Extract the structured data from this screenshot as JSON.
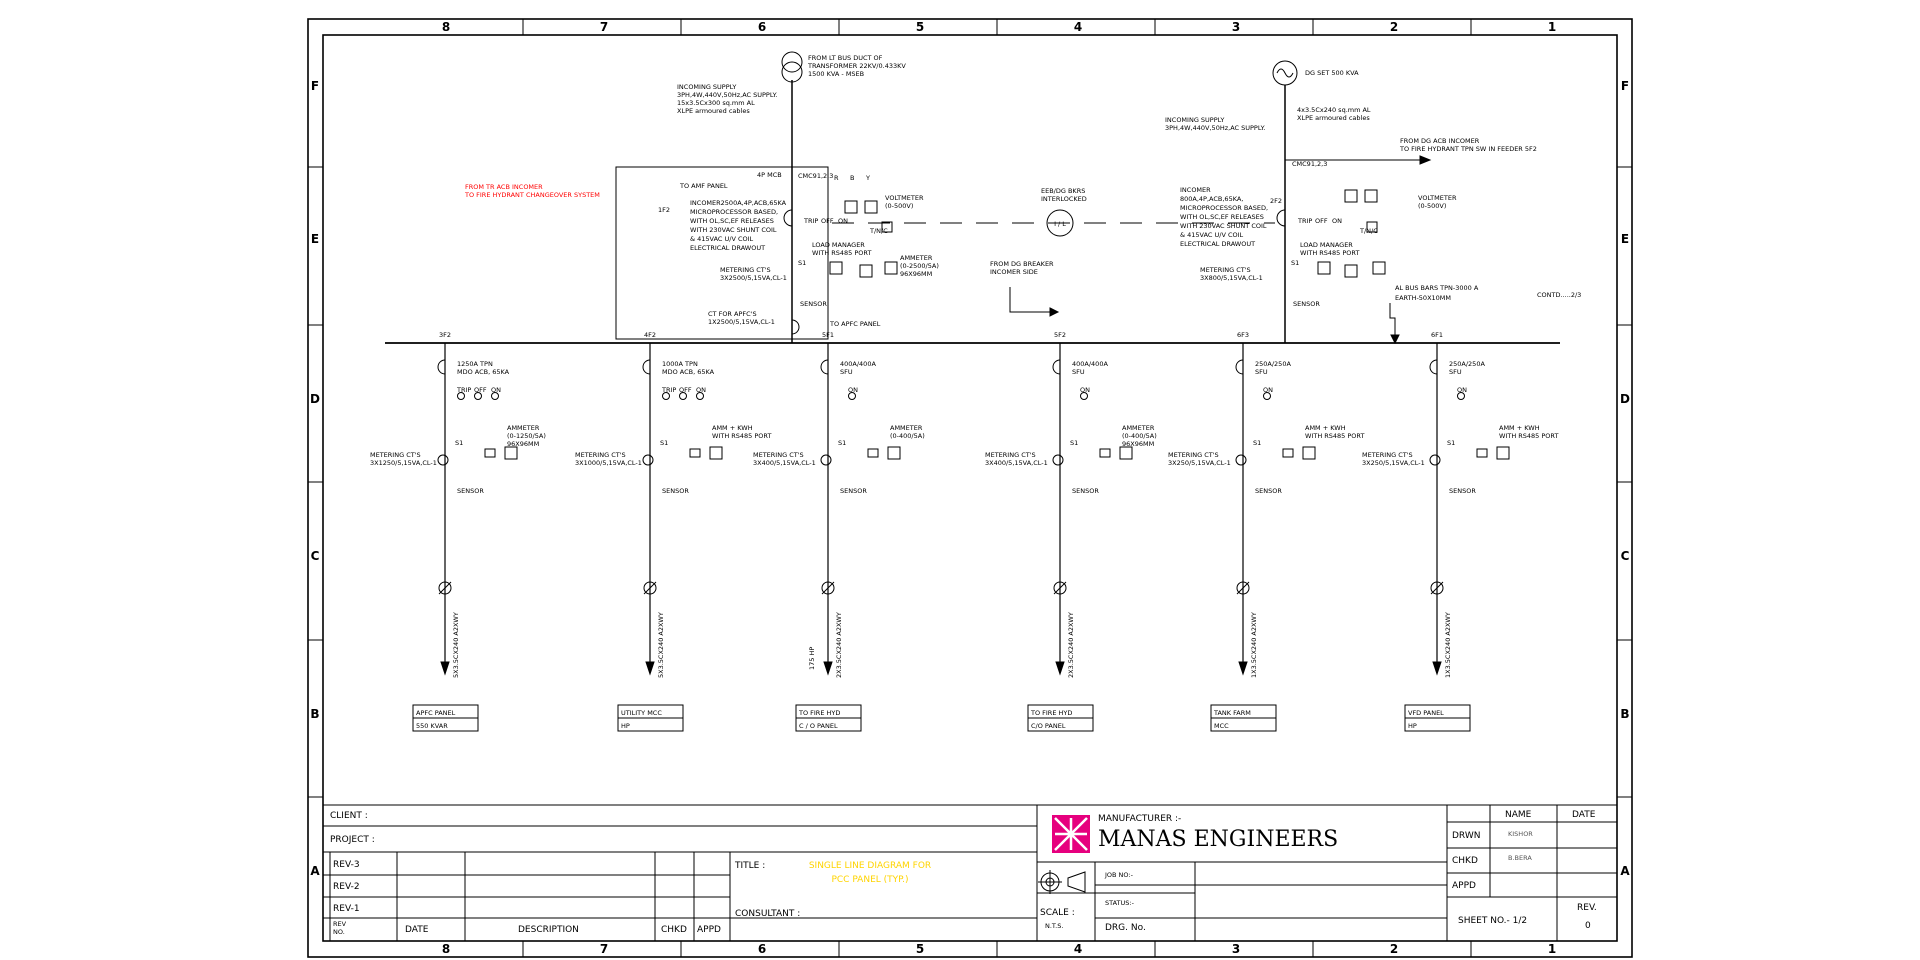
{
  "border": {
    "columns": [
      "8",
      "7",
      "6",
      "5",
      "4",
      "3",
      "2",
      "1"
    ],
    "rows": [
      "F",
      "E",
      "D",
      "C",
      "B",
      "A"
    ]
  },
  "supply_lt": {
    "source_note": [
      "FROM LT BUS DUCT OF",
      "TRANSFORMER 22KV/0.433KV",
      "1500 KVA - MSEB"
    ],
    "incoming": [
      "INCOMING SUPPLY",
      "3PH,4W,440V,50Hz,AC SUPPLY.",
      "15x3.5Cx300 sq.mm AL",
      "XLPE armoured cables"
    ],
    "amf": "TO AMF PANEL",
    "mcb": "4P MCB",
    "cmc": "CMC91,2,3",
    "rby": [
      "R",
      "B",
      "Y"
    ],
    "voltmeter": [
      "VOLTMETER",
      "(0-500V)"
    ],
    "tag": "1F2",
    "incomer": [
      "INCOMER2500A,4P,ACB,65KA",
      "MICROPROCESSOR BASED,",
      "WITH OL,SC,EF RELEASES",
      "WITH 230VAC SHUNT COIL",
      "& 415VAC U/V COIL",
      "ELECTRICAL DRAWOUT"
    ],
    "lamps": [
      "TRIP",
      "OFF",
      "ON"
    ],
    "tnc": "T/N/C",
    "load_manager": [
      "LOAD MANAGER",
      "WITH RS485 PORT"
    ],
    "ammeter": [
      "AMMETER",
      "(0-2500/5A)",
      "96X96MM"
    ],
    "metering": [
      "METERING CT'S",
      "3X2500/5,15VA,CL-1"
    ],
    "ct_apfc": [
      "CT FOR APFC'S",
      "1X2500/5,15VA,CL-1"
    ],
    "to_apfc": "TO APFC PANEL",
    "s1": "S1",
    "sensor": "SENSOR"
  },
  "supply_dg": {
    "source_note": "DG SET 500 KVA",
    "cable": [
      "4x3.5Cx240 sq.mm AL",
      "XLPE armoured cables"
    ],
    "incoming": [
      "INCOMING SUPPLY",
      "3PH,4W,440V,50Hz,AC SUPPLY."
    ],
    "to_hydrant": [
      "FROM DG ACB INCOMER",
      "TO FIRE HYDRANT TPN SW IN FEEDER 5F2"
    ],
    "cmc": "CMC91,2,3",
    "tag": "2F2",
    "incomer": [
      "INCOMER",
      "800A,4P,ACB,65KA,",
      "MICROPROCESSOR BASED,",
      "WITH OL,SC,EF RELEASES",
      "WITH 230VAC SHUNT COIL",
      "& 415VAC U/V COIL",
      "ELECTRICAL DRAWOUT"
    ],
    "metering": [
      "METERING CT'S",
      "3X800/5,15VA,CL-1"
    ],
    "busbar": [
      "AL BUS BARS TPN-3000 A",
      "EARTH-50X10MM"
    ],
    "contd": "CONTD.....2/3"
  },
  "interlock": {
    "label": [
      "EEB/DG BKRS",
      "INTERLOCKED"
    ],
    "symbol": "I / L",
    "from_dg": [
      "FROM DG BREAKER",
      "INCOMER SIDE"
    ]
  },
  "red_note": [
    "FROM TR ACB INCOMER",
    "TO FIRE HYDRANT CHANGEOVER SYSTEM"
  ],
  "feeders": [
    {
      "tag": "3F2",
      "rating": [
        "1250A TPN",
        "MDO ACB, 65KA"
      ],
      "lamps": [
        "TRIP",
        "OFF",
        "ON"
      ],
      "meter": [
        "AMMETER",
        "(0-1250/5A)",
        "96X96MM"
      ],
      "metering": [
        "METERING CT'S",
        "3X1250/5,15VA,CL-1"
      ],
      "cable": "5X3.5CX240 A2XWY",
      "hp": "",
      "dest": [
        "APFC PANEL",
        "550 KVAR"
      ]
    },
    {
      "tag": "4F2",
      "rating": [
        "1000A TPN",
        "MDO ACB, 65KA"
      ],
      "lamps": [
        "TRIP",
        "OFF",
        "ON"
      ],
      "meter": [
        "AMM + KWH",
        "WITH RS485 PORT"
      ],
      "metering": [
        "METERING CT'S",
        "3X1000/5,15VA,CL-1"
      ],
      "cable": "5X3.5CX240 A2XWY",
      "hp": "",
      "dest": [
        "UTILITY MCC",
        "HP"
      ]
    },
    {
      "tag": "5F1",
      "rating": [
        "400A/400A",
        "SFU"
      ],
      "lamps": [
        "ON"
      ],
      "meter": [
        "AMMETER",
        "(0-400/5A)"
      ],
      "metering": [
        "METERING CT'S",
        "3X400/5,15VA,CL-1"
      ],
      "cable": "2X3.5CX240 A2XWY",
      "hp": "175 HP",
      "dest": [
        "TO FIRE HYD",
        "C / O PANEL"
      ]
    },
    {
      "tag": "5F2",
      "rating": [
        "400A/400A",
        "SFU"
      ],
      "lamps": [
        "ON"
      ],
      "meter": [
        "AMMETER",
        "(0-400/5A)",
        "96X96MM"
      ],
      "metering": [
        "METERING CT'S",
        "3X400/5,15VA,CL-1"
      ],
      "cable": "2X3.5CX240 A2XWY",
      "hp": "",
      "dest": [
        "TO FIRE HYD",
        "C/O PANEL"
      ]
    },
    {
      "tag": "6F3",
      "rating": [
        "250A/250A",
        "SFU"
      ],
      "lamps": [
        "ON"
      ],
      "meter": [
        "AMM + KWH",
        "WITH RS485 PORT"
      ],
      "metering": [
        "METERING CT'S",
        "3X250/5,15VA,CL-1"
      ],
      "cable": "1X3.5CX240 A2XWY",
      "hp": "",
      "dest": [
        "TANK FARM",
        "MCC"
      ]
    },
    {
      "tag": "6F1",
      "rating": [
        "250A/250A",
        "SFU"
      ],
      "lamps": [
        "ON"
      ],
      "meter": [
        "AMM + KWH",
        "WITH RS485 PORT"
      ],
      "metering": [
        "METERING CT'S",
        "3X250/5,15VA,CL-1"
      ],
      "cable": "1X3.5CX240 A2XWY",
      "hp": "",
      "dest": [
        "VFD PANEL",
        "HP"
      ]
    }
  ],
  "title_block": {
    "client": "CLIENT :",
    "project": "PROJECT :",
    "revs": [
      "REV-3",
      "REV-2",
      "REV-1"
    ],
    "rev_no": [
      "REV",
      "NO."
    ],
    "date": "DATE",
    "description": "DESCRIPTION",
    "chkd": "CHKD",
    "appd": "APPD",
    "title_label": "TITLE :",
    "title": [
      "SINGLE LINE DIAGRAM FOR",
      "PCC PANEL (TYP.)"
    ],
    "consultant": "CONSULTANT :",
    "manufacturer": "MANUFACTURER :-",
    "company": "MANAS ENGINEERS",
    "scale": "SCALE :",
    "scale_val": "N.T.S.",
    "job_no": "JOB NO:-",
    "status": "STATUS:-",
    "drg_no": "DRG. No.",
    "name": "NAME",
    "date_col": "DATE",
    "drwn": "DRWN",
    "drwn_name": "KISHOR",
    "chkd_row": "CHKD",
    "chkd_name": "B.BERA",
    "appd_row": "APPD",
    "sheet": "SHEET NO.- 1/2",
    "rev": "REV.",
    "rev_val": "0",
    "logo_color": "#e6007e"
  }
}
